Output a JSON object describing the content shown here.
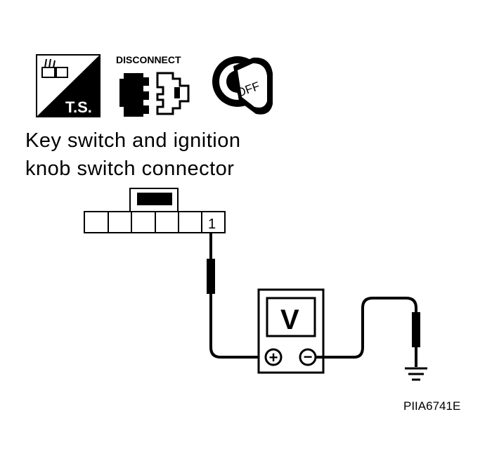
{
  "header_icons": {
    "troubleshoot_label": "T.S.",
    "disconnect_label": "DISCONNECT",
    "ignition_label": "OFF"
  },
  "connector": {
    "title_line1": "Key switch and ignition",
    "title_line2": "knob switch connector",
    "terminal_number": "1"
  },
  "meter": {
    "mode_label": "V",
    "positive_symbol": "+",
    "negative_symbol": "−"
  },
  "reference_code": "PIIA6741E"
}
